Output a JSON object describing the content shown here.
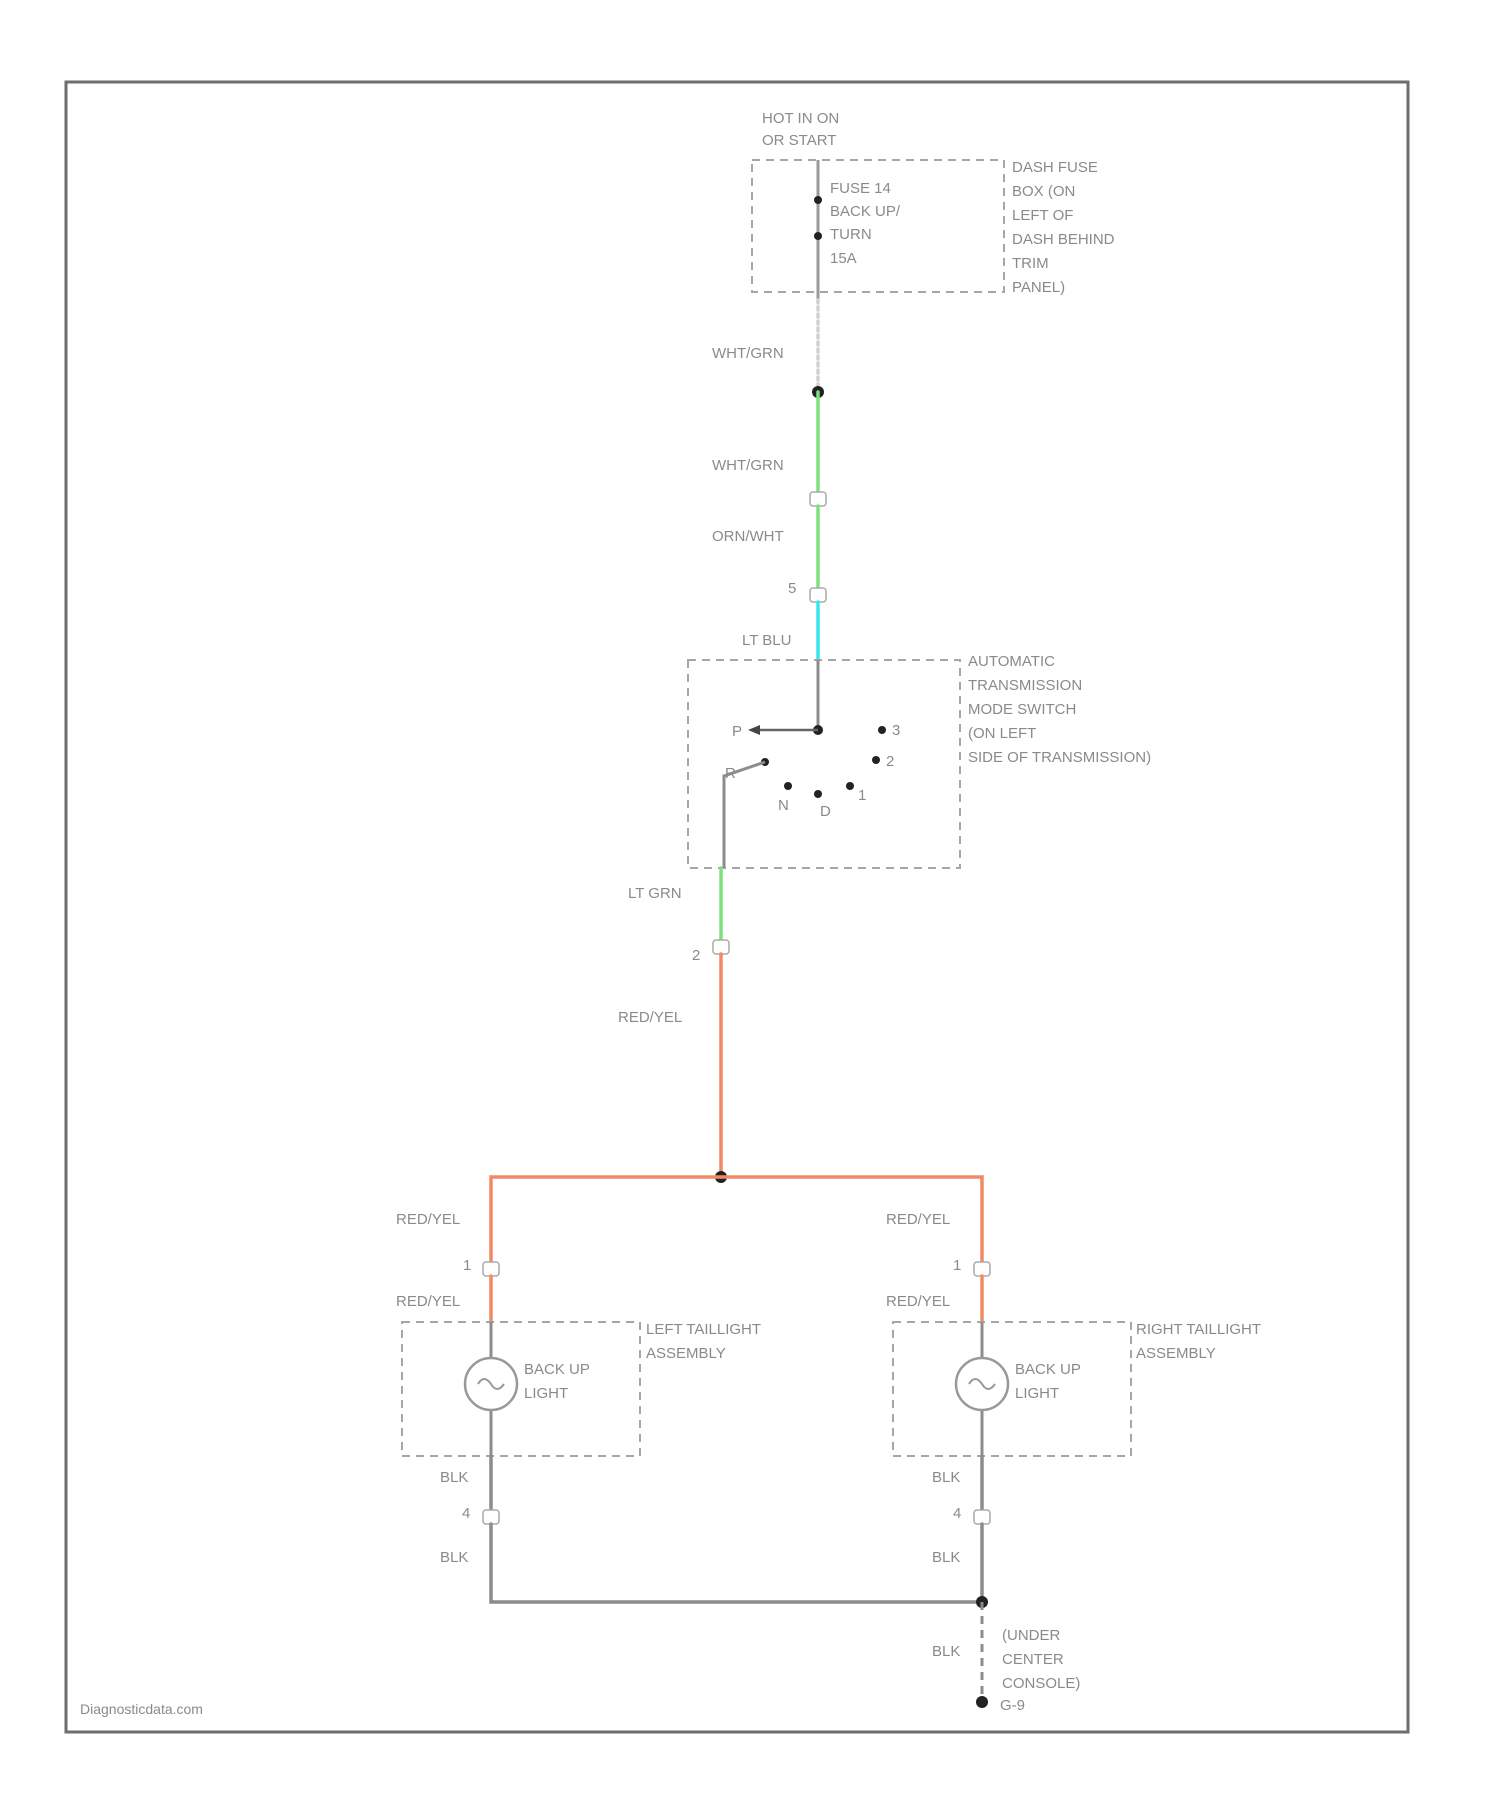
{
  "power_label": [
    "HOT IN ON",
    "OR START"
  ],
  "fuse_labels": [
    "FUSE 14",
    "BACK UP/",
    "TURN",
    "15A"
  ],
  "fuse_box_label": [
    "DASH FUSE",
    "BOX (ON",
    "LEFT OF",
    "DASH BEHIND",
    "TRIM",
    "PANEL)"
  ],
  "wires": {
    "wht_grn_1": "WHT/GRN",
    "wht_grn_2": "WHT/GRN",
    "orn_wht": "ORN/WHT",
    "lt_blu": "LT BLU",
    "lt_grn": "LT GRN",
    "red_yel_main": "RED/YEL",
    "red_yel_left_1": "RED/YEL",
    "red_yel_left_2": "RED/YEL",
    "red_yel_right_1": "RED/YEL",
    "red_yel_right_2": "RED/YEL",
    "blk_left_1": "BLK",
    "blk_left_2": "BLK",
    "blk_right_1": "BLK",
    "blk_right_2": "BLK",
    "blk_ground": "BLK"
  },
  "connector_pins": {
    "switch_in": "5",
    "switch_out": "2",
    "left_top": "1",
    "right_top": "1",
    "left_bottom": "4",
    "right_bottom": "4"
  },
  "switch_label": [
    "AUTOMATIC",
    "TRANSMISSION",
    "MODE SWITCH",
    "(ON LEFT",
    "SIDE OF TRANSMISSION)"
  ],
  "switch_positions": {
    "p": "P",
    "r": "R",
    "n": "N",
    "d": "D",
    "p3": "3",
    "p2": "2",
    "p1": "1"
  },
  "left_taillight_label": [
    "LEFT TAILLIGHT",
    "ASSEMBLY"
  ],
  "right_taillight_label": [
    "RIGHT TAILLIGHT",
    "ASSEMBLY"
  ],
  "backup_light_label": [
    "BACK UP",
    "LIGHT"
  ],
  "ground_label": [
    "(UNDER",
    "CENTER",
    "CONSOLE)"
  ],
  "ground_id": "G-9",
  "watermark": "Diagnosticdata.com",
  "colors": {
    "frame": "#6e6e6e",
    "wire_gray": "#8c8c8c",
    "wire_green": "#7ee07e",
    "wire_cyan": "#35e6f0",
    "wire_orange": "#f08a62"
  }
}
